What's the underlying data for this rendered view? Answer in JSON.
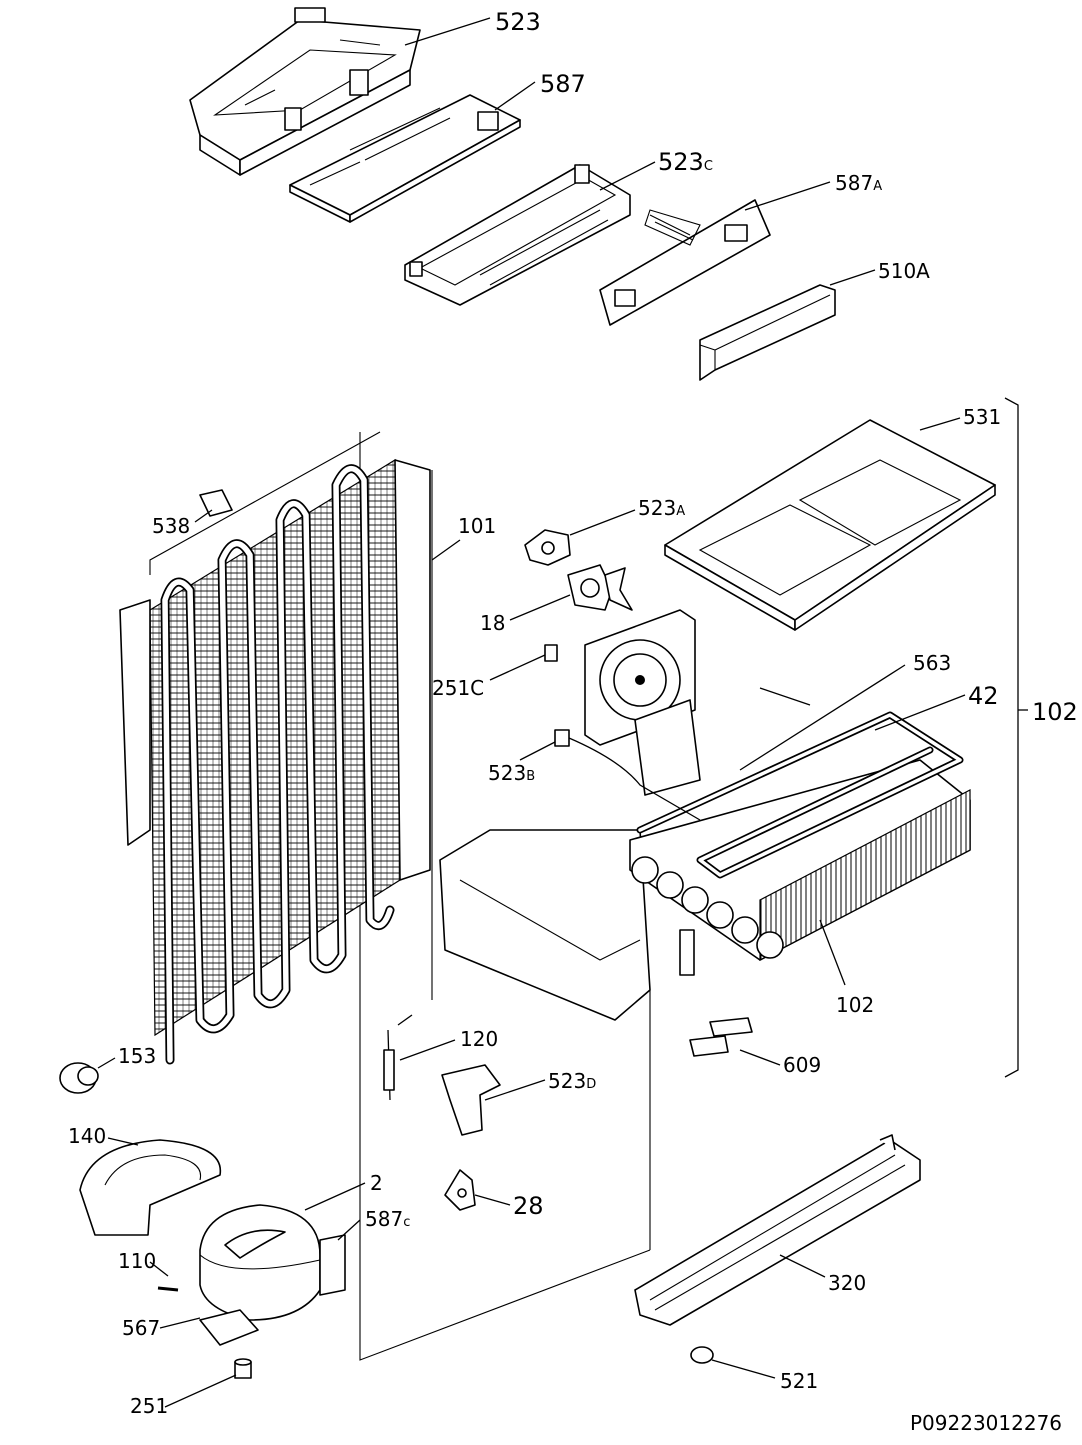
{
  "labels": {
    "p523": "523",
    "p587": "587",
    "p523c_main": "523",
    "p523c_sub": "C",
    "p587a_main": "587",
    "p587a_sub": "A",
    "p510a": "510A",
    "p531": "531",
    "p523a_main": "523",
    "p523a_sub": "A",
    "p101": "101",
    "p538": "538",
    "p18": "18",
    "p251c": "251C",
    "p563": "563",
    "p42": "42",
    "p102_bracket": "102",
    "p523b_main": "523",
    "p523b_sub": "B",
    "p102_evap": "102",
    "p120": "120",
    "p153": "153",
    "p523d_main": "523",
    "p523d_sub": "D",
    "p609": "609",
    "p140": "140",
    "p2": "2",
    "p28": "28",
    "p587c_main": "587",
    "p587c_sub": "c",
    "p110": "110",
    "p320": "320",
    "p567": "567",
    "p521": "521",
    "p251": "251"
  },
  "drawing_code": "P09223012276"
}
